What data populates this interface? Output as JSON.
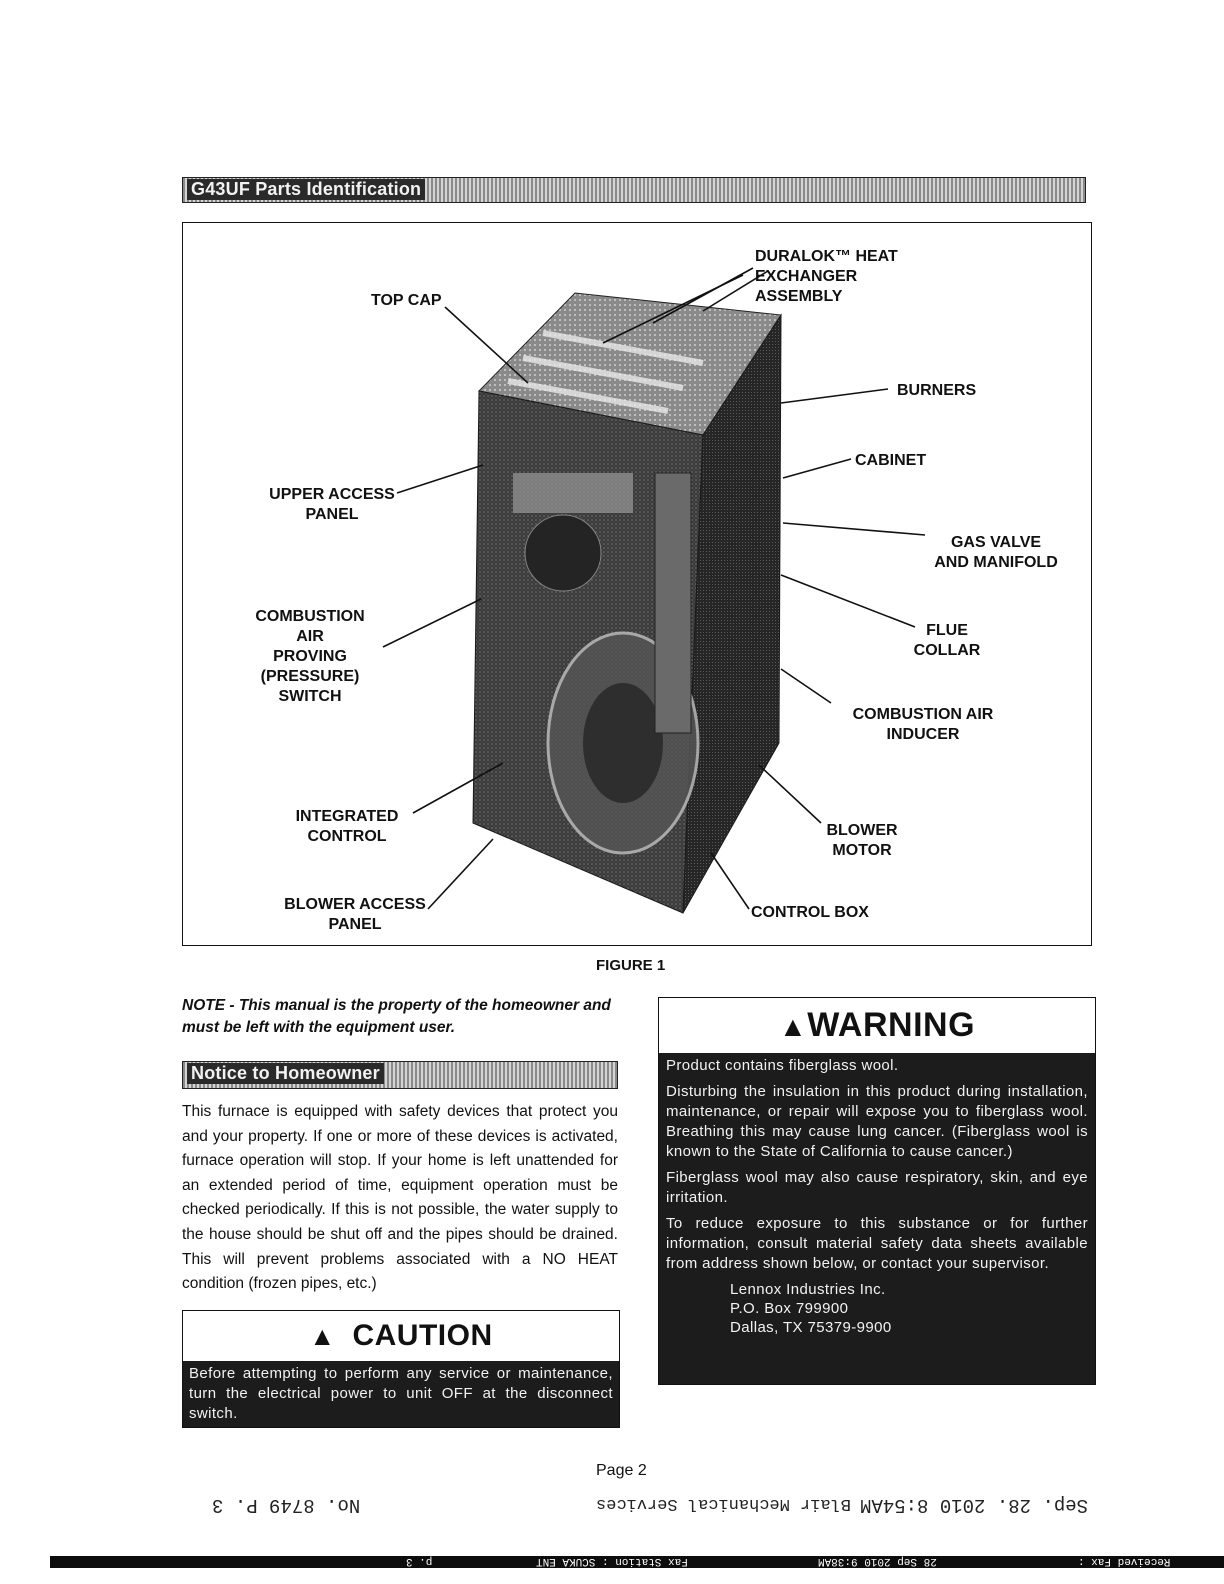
{
  "parts_section": {
    "header": "G43UF Parts Identification"
  },
  "figure": {
    "caption": "FIGURE 1",
    "callouts": {
      "duralok": "DURALOK™ HEAT\nEXCHANGER\nASSEMBLY",
      "top_cap": "TOP CAP",
      "burners": "BURNERS",
      "cabinet": "CABINET",
      "upper_access_panel": "UPPER ACCESS\nPANEL",
      "gas_valve": "GAS VALVE\nAND MANIFOLD",
      "pressure_switch": "COMBUSTION AIR\nPROVING\n(PRESSURE)\nSWITCH",
      "flue_collar": "FLUE\nCOLLAR",
      "inducer": "COMBUSTION AIR\nINDUCER",
      "integrated_control": "INTEGRATED\nCONTROL",
      "blower_motor": "BLOWER\nMOTOR",
      "blower_access_panel": "BLOWER ACCESS\nPANEL",
      "control_box": "CONTROL BOX"
    }
  },
  "note": "NOTE - This manual is the property of the homeowner and must be left with the equipment user.",
  "notice_section": {
    "header": "Notice to Homeowner",
    "body": "This furnace is equipped with safety devices that protect you and your property. If one or more of these devices is activated, furnace operation will stop. If your home is left unattended for an extended period of time, equipment operation must be checked periodically. If this is not possible, the water supply to the house should be shut off and the pipes should be drained. This will prevent problems associated with a NO HEAT condition (frozen pipes, etc.)"
  },
  "caution": {
    "title": "CAUTION",
    "body": "Before attempting to perform any service or maintenance, turn the electrical power to unit OFF at the disconnect switch."
  },
  "warning": {
    "title": "WARNING",
    "paragraphs": [
      "Product contains fiberglass wool.",
      "Disturbing the insulation in this product during installation, maintenance, or repair will expose you to fiberglass wool. Breathing this may cause lung cancer. (Fiberglass wool is known to the State of California to cause cancer.)",
      "Fiberglass wool may also cause respiratory, skin, and eye irritation.",
      "To reduce exposure to this substance or for further information, consult material safety data sheets available from address shown below, or contact your supervisor."
    ],
    "address": {
      "line1": "Lennox Industries Inc.",
      "line2": "P.O. Box 799900",
      "line3": "Dallas, TX 75379-9900"
    }
  },
  "page_number": "Page 2",
  "fax_header": {
    "left": "Sep. 28. 2010  8:54AM",
    "center": "Blair Mechanical Services",
    "right": "No. 8749   P. 3"
  },
  "fax_footer": {
    "received": "Received Fax :",
    "date": "28 Sep 2010 9:38AM",
    "station": "Fax Station : SCUKA ENT",
    "page": "p. 3"
  }
}
